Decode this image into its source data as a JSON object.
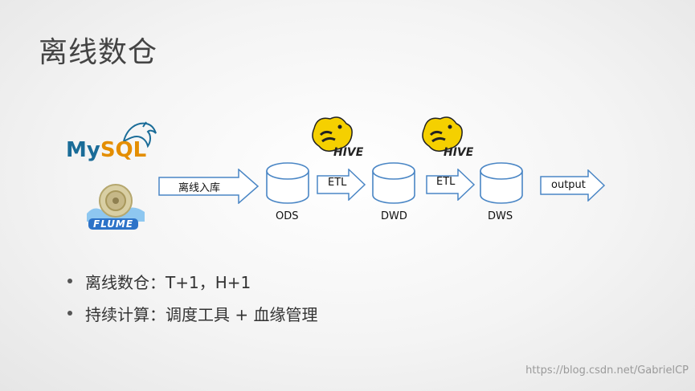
{
  "slide": {
    "title": "离线数仓"
  },
  "logos": {
    "mysql": {
      "prefix": "My",
      "suffix": "SQL",
      "icon": "mysql-logo"
    },
    "flume": {
      "text": "FLUME",
      "icon": "flume-logo"
    },
    "hive_1": {
      "text": "HIVE",
      "icon": "hive-logo"
    },
    "hive_2": {
      "text": "HIVE",
      "icon": "hive-logo"
    }
  },
  "pipeline": {
    "ingest_label": "离线入库",
    "etl1_label": "ETL",
    "etl2_label": "ETL",
    "output_label": "output",
    "layers": [
      "ODS",
      "DWD",
      "DWS"
    ]
  },
  "bullets": [
    "离线数仓：T+1，H+1",
    "持续计算：调度工具 + 血缘管理"
  ],
  "watermark": "https://blog.csdn.net/GabrielCP",
  "colors": {
    "arrow_stroke": "#4a86c5",
    "db_stroke": "#4a86c5",
    "hive_yellow": "#f5d000",
    "mysql_blue": "#1a6c98",
    "mysql_orange": "#e48e00"
  }
}
